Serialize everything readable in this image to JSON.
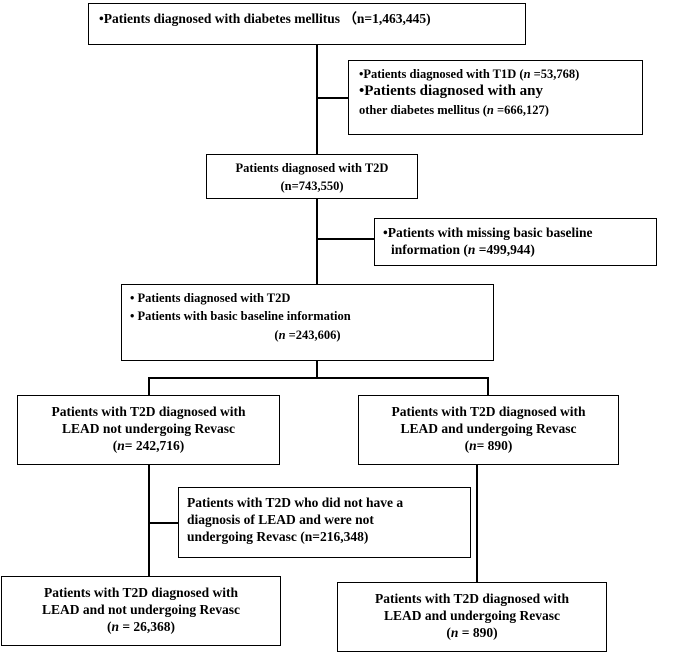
{
  "b1": {
    "bullet": "•",
    "text": "Patients diagnosed with diabetes mellitus （n=1,463,445)"
  },
  "b2": {
    "l1_pre": "•Patients diagnosed with T1D (",
    "l1_n": "n",
    "l1_post": " =53,768)",
    "l2": "•Patients diagnosed with any",
    "l3_pre": "other diabetes mellitus (",
    "l3_n": "n",
    "l3_post": " =666,127)"
  },
  "b3": {
    "l1": "Patients diagnosed with  T2D",
    "l2": "(n=743,550)"
  },
  "b4": {
    "l1": "•Patients with missing basic baseline",
    "l2_pre": "information (",
    "l2_n": "n",
    "l2_post": " =499,944)"
  },
  "b5": {
    "l1": "•  Patients diagnosed with T2D",
    "l2": "•  Patients with basic baseline information",
    "l3_pre": "(",
    "l3_n": "n",
    "l3_post": " =243,606)"
  },
  "b6": {
    "l1": "Patients with T2D diagnosed with",
    "l2": "LEAD not undergoing Revasc",
    "l3_pre": "(",
    "l3_n": "n",
    "l3_post": "= 242,716)"
  },
  "b7": {
    "l1": "Patients with T2D diagnosed with",
    "l2": "LEAD and undergoing Revasc",
    "l3_pre": "(",
    "l3_n": "n",
    "l3_post": "= 890)"
  },
  "b8": {
    "l1": "Patients with T2D who did not have a",
    "l2": "diagnosis of LEAD and were not",
    "l3": "undergoing Revasc (n=216,348)"
  },
  "b9": {
    "l1": "Patients with T2D diagnosed with",
    "l2": "LEAD and not undergoing Revasc",
    "l3_pre": "(",
    "l3_n": "n",
    "l3_post": " = 26,368)"
  },
  "b10": {
    "l1": "Patients with T2D diagnosed with",
    "l2": "LEAD and undergoing Revasc",
    "l3_pre": "(",
    "l3_n": "n",
    "l3_post": " = 890)"
  }
}
